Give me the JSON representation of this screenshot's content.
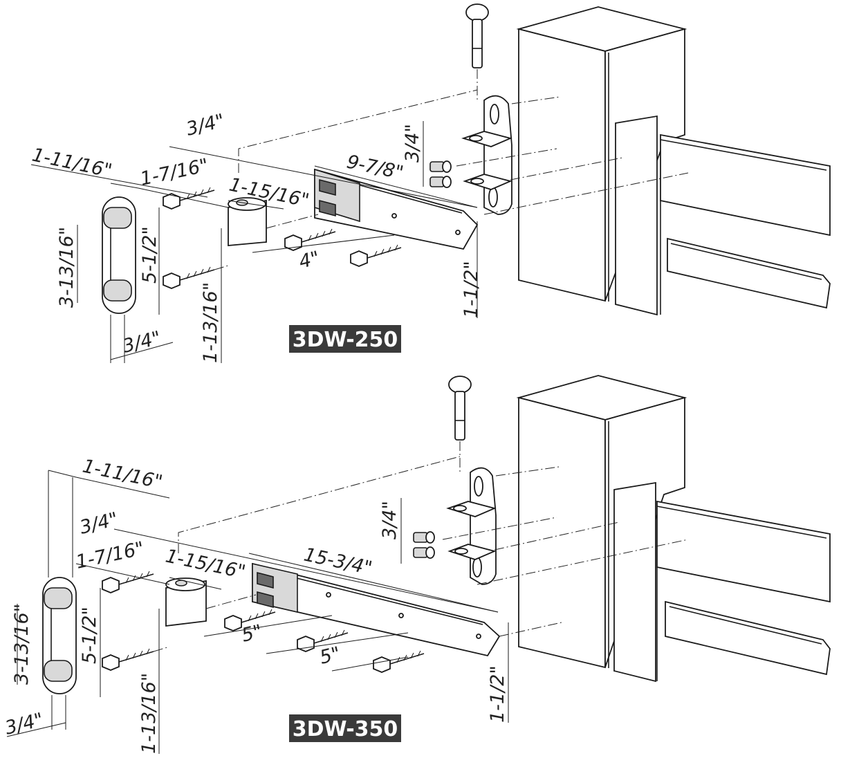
{
  "diagrams": [
    {
      "model": "3DW-250",
      "dims": {
        "gate_to_post_gap": "3/4\"",
        "overall_width": "1-11/16\"",
        "hole_spacing_a": "1-7/16\"",
        "hole_spacing_b": "1-15/16\"",
        "strap_length": "9-7/8\"",
        "bracket_height": "3/4\"",
        "body_height": "3-13/16\"",
        "body_length": "5-1/2\"",
        "screw_offset": "1-13/16\"",
        "body_thickness": "3/4\"",
        "strap_hole_spacing": "4\"",
        "strap_width": "1-1/2\""
      }
    },
    {
      "model": "3DW-350",
      "dims": {
        "gate_to_post_gap": "3/4\"",
        "overall_width": "1-11/16\"",
        "hole_spacing_a": "1-7/16\"",
        "hole_spacing_b": "1-15/16\"",
        "strap_length": "15-3/4\"",
        "bracket_height": "3/4\"",
        "body_height": "3-13/16\"",
        "body_length": "5-1/2\"",
        "screw_offset": "1-13/16\"",
        "body_thickness": "3/4\"",
        "strap_hole_spacing_1": "5\"",
        "strap_hole_spacing_2": "5\"",
        "strap_width": "1-1/2\""
      }
    }
  ]
}
